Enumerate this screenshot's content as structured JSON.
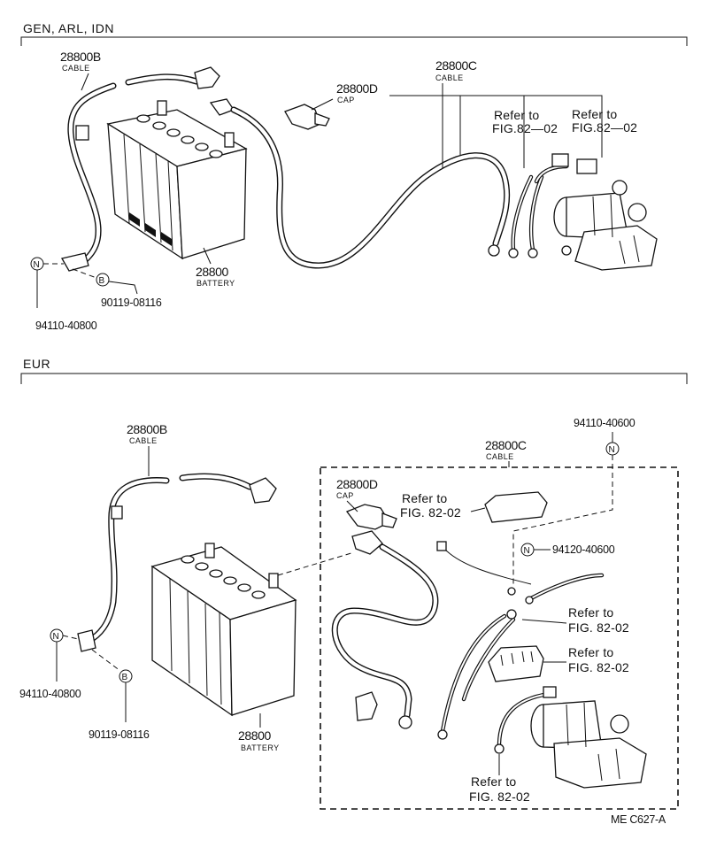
{
  "sections": {
    "top": {
      "title": "GEN, ARL, IDN"
    },
    "bottom": {
      "title": "EUR"
    }
  },
  "top": {
    "cable_b": {
      "number": "28800B",
      "name": "CABLE"
    },
    "cable_c": {
      "number": "28800C",
      "name": "CABLE"
    },
    "cap_d": {
      "number": "28800D",
      "name": "CAP"
    },
    "battery": {
      "number": "28800",
      "name": "BATTERY"
    },
    "ref_left": {
      "line1": "Refer to",
      "line2": "FIG.82—02"
    },
    "ref_right": {
      "line1": "Refer to",
      "line2": "FIG.82—02"
    },
    "nut": {
      "symbol": "N",
      "number": "94110-40800"
    },
    "bolt": {
      "symbol": "B",
      "number": "90119-08116"
    }
  },
  "bottom": {
    "cable_b": {
      "number": "28800B",
      "name": "CABLE"
    },
    "cable_c": {
      "number": "28800C",
      "name": "CABLE"
    },
    "cap_d": {
      "number": "28800D",
      "name": "CAP"
    },
    "battery": {
      "number": "28800",
      "name": "BATTERY"
    },
    "nut_left": {
      "symbol": "N",
      "number": "94110-40800"
    },
    "bolt": {
      "symbol": "B",
      "number": "90119-08116"
    },
    "nut_top": {
      "symbol": "N",
      "number": "94110-40600"
    },
    "nut_mid": {
      "symbol": "N",
      "number": "94120-40600"
    },
    "ref_cover": {
      "line1": "Refer to",
      "line2": "FIG. 82-02"
    },
    "ref_mid": {
      "line1": "Refer to",
      "line2": "FIG. 82-02"
    },
    "ref_block": {
      "line1": "Refer to",
      "line2": "FIG. 82-02"
    },
    "ref_bottom": {
      "line1": "Refer to",
      "line2": "FIG. 82-02"
    }
  },
  "footer": {
    "code": "ME  C627-A"
  }
}
